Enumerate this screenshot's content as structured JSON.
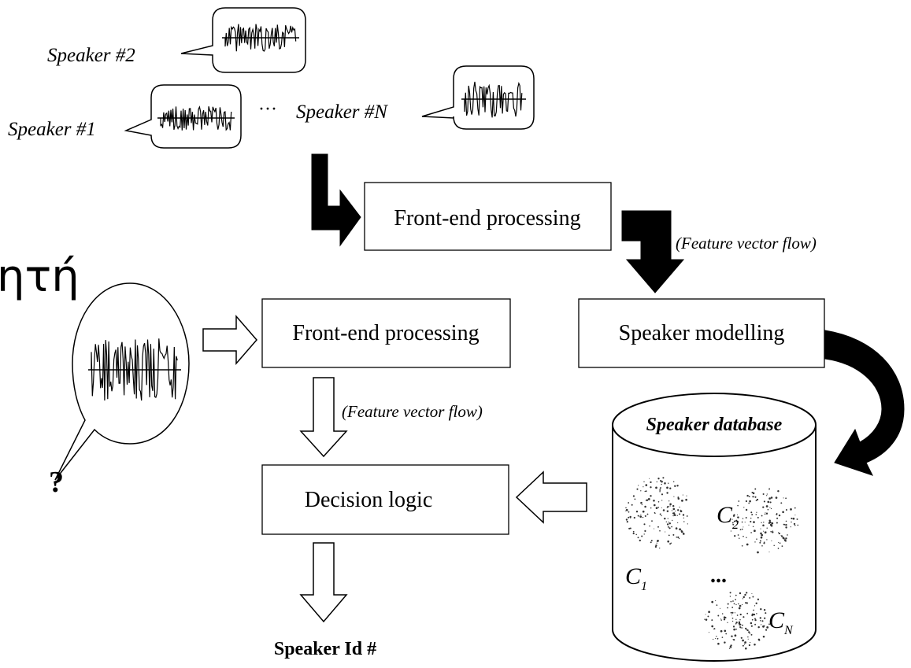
{
  "speakers": {
    "speaker_2": "Speaker #2",
    "speaker_1": "Speaker #1",
    "speaker_n": "Speaker #N",
    "ellipsis": "···"
  },
  "training": {
    "front_end_label": "Front-end processing",
    "feature_flow_label": "(Feature vector flow)",
    "modelling_label": "Speaker modelling"
  },
  "identification": {
    "partial_text": "ητή",
    "front_end_label": "Front-end processing",
    "feature_flow_label": "(Feature vector flow)",
    "decision_label": "Decision logic",
    "output_label": "Speaker Id #",
    "unknown_mark": "?"
  },
  "database": {
    "title": "Speaker database",
    "clusters": [
      {
        "name": "C",
        "sub": "1"
      },
      {
        "name": "C",
        "sub": "2"
      },
      {
        "name": "C",
        "sub": "N"
      }
    ],
    "cluster_ellipsis": "..."
  }
}
